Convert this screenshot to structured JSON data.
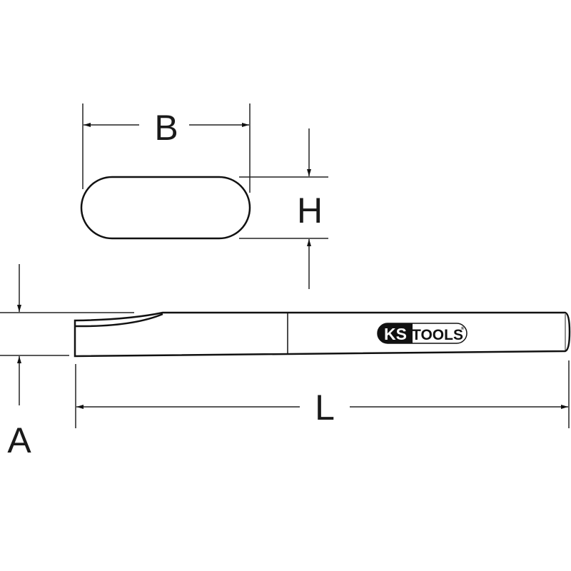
{
  "dimensions": {
    "A": "A",
    "B": "B",
    "H": "H",
    "L": "L"
  },
  "logo": {
    "brand_ks": "KS",
    "brand_tools": "TOOLS",
    "registered": "®"
  },
  "colors": {
    "line": "#111111",
    "background": "#ffffff"
  }
}
